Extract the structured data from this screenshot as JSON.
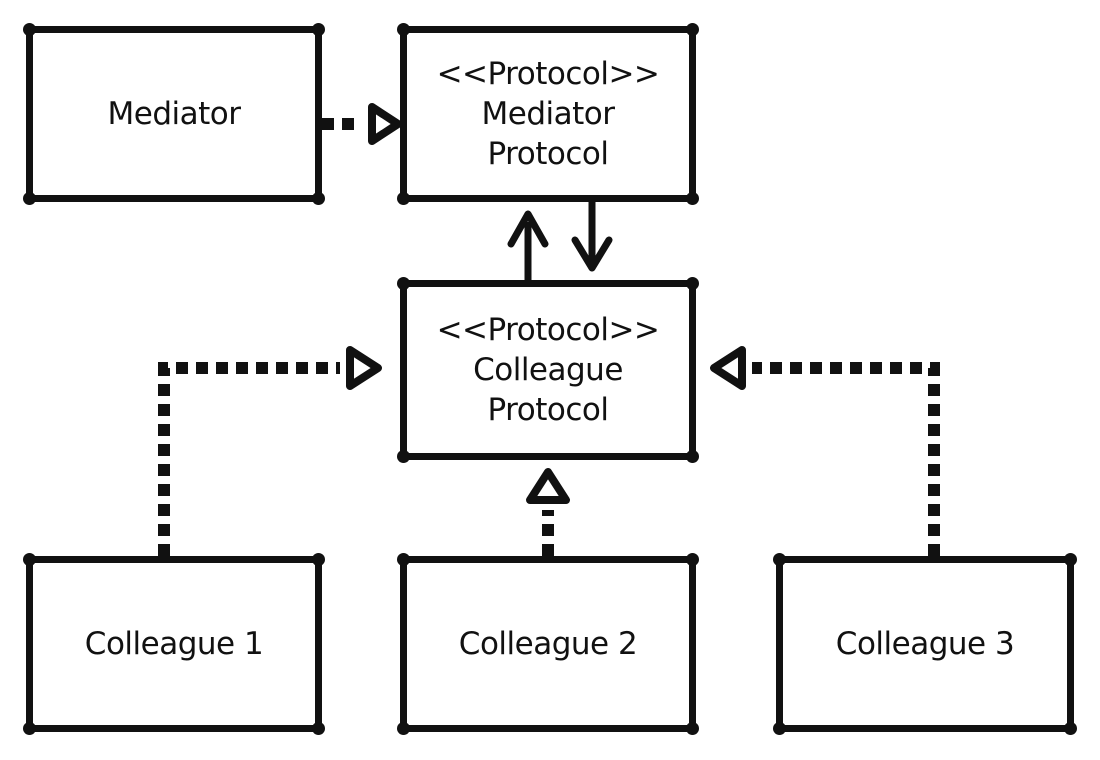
{
  "diagram": {
    "boxes": {
      "mediator": {
        "lines": [
          "Mediator"
        ]
      },
      "mediator_protocol": {
        "lines": [
          "<<Protocol>>",
          "Mediator",
          "Protocol"
        ]
      },
      "colleague_protocol": {
        "lines": [
          "<<Protocol>>",
          "Colleague",
          "Protocol"
        ]
      },
      "colleague_1": {
        "lines": [
          "Colleague 1"
        ]
      },
      "colleague_2": {
        "lines": [
          "Colleague 2"
        ]
      },
      "colleague_3": {
        "lines": [
          "Colleague 3"
        ]
      }
    },
    "relationships": [
      {
        "from": "Mediator",
        "to": "Mediator Protocol",
        "kind": "realization"
      },
      {
        "from": "Colleague Protocol",
        "to": "Mediator Protocol",
        "kind": "association"
      },
      {
        "from": "Mediator Protocol",
        "to": "Colleague Protocol",
        "kind": "association"
      },
      {
        "from": "Colleague 1",
        "to": "Colleague Protocol",
        "kind": "realization"
      },
      {
        "from": "Colleague 2",
        "to": "Colleague Protocol",
        "kind": "realization"
      },
      {
        "from": "Colleague 3",
        "to": "Colleague Protocol",
        "kind": "realization"
      }
    ],
    "colors": {
      "ink": "#111111",
      "background": "#ffffff"
    }
  }
}
